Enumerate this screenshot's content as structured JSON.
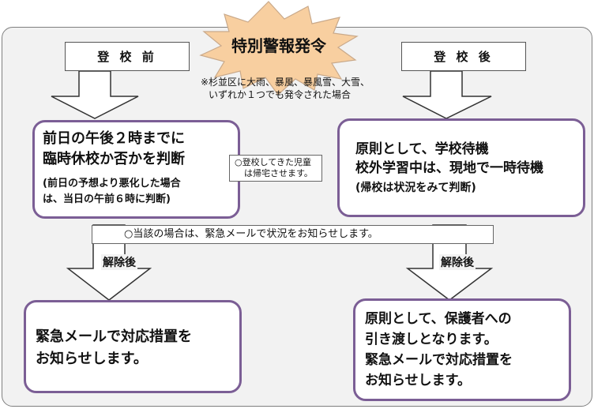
{
  "banner": {
    "title": "特別警報発令"
  },
  "labels": {
    "before_school": "登 校 前",
    "after_school": "登 校 後"
  },
  "condition": {
    "line1": "※杉並区に大雨、暴風、暴風雪、大雪、",
    "line2": "いずれか１つでも発令された場合"
  },
  "left_card": {
    "line1": "前日の午後２時までに",
    "line2": "臨時休校か否かを判断",
    "line3": "(前日の予想より悪化した場合",
    "line4": "は、当日の午前６時に判断)"
  },
  "side_note": {
    "line1": "○登校してきた児童",
    "line2": "は帰宅させます。"
  },
  "right_card": {
    "line1": "原則として、学校待機",
    "line2": "校外学習中は、現地で一時待機",
    "line3": "(帰校は状況をみて判断)"
  },
  "email_notice": "○当該の場合は、緊急メールで状況をお知らせします。",
  "lifted_left": "解除後",
  "lifted_right": "解除後",
  "bottom_left": {
    "line1": "緊急メールで対応措置を",
    "line2": "お知らせします。"
  },
  "bottom_right": {
    "line1": "原則として、保護者への",
    "line2": "引き渡しとなります。",
    "line3": "緊急メールで対応措置を",
    "line4": "お知らせします。"
  },
  "colors": {
    "burst_fill": "#f8cfa0",
    "burst_stroke": "#c9a98a",
    "card_border": "#7b5e95",
    "panel_fill": "#f2f2f2"
  }
}
